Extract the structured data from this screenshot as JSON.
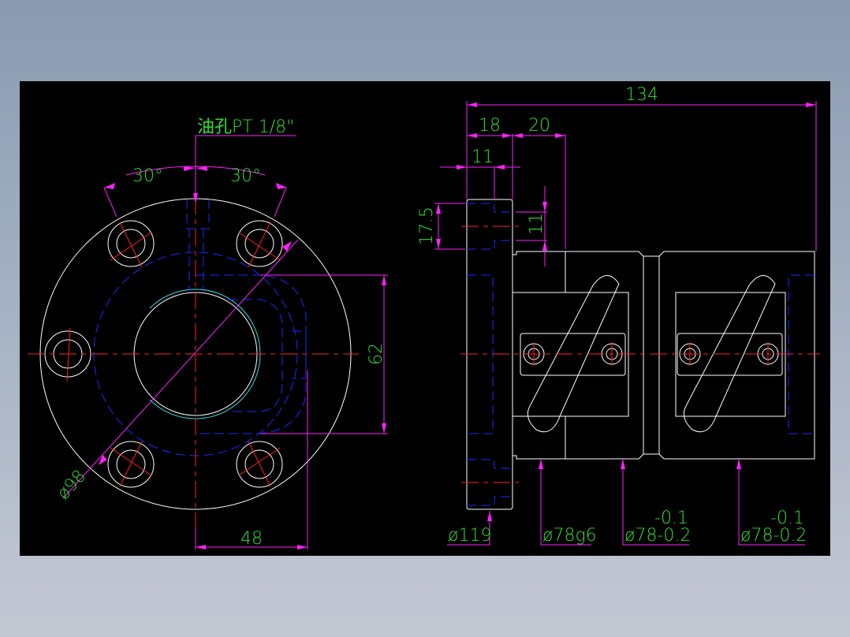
{
  "drawing": {
    "type": "CAD ball screw nut flange drawing",
    "background_color": "#000000",
    "colors": {
      "outline": "#ffffff",
      "centerline": "#ff2020",
      "hidden": "#1a2bff",
      "thread": "#30e0e8",
      "dimension": "#ff20ff",
      "text": "#30e030"
    }
  },
  "front_view": {
    "oil_hole_label": "油孔PT 1/8\"",
    "angle_left": "30°",
    "angle_right": "30°",
    "bolt_circle_dia": "ø98",
    "height_dim": "62",
    "width_dim": "48"
  },
  "side_view": {
    "overall_length": "134",
    "flange_thickness": "18",
    "step_length": "20",
    "hole_depth": "11",
    "counterbore_dia": "17.5",
    "hole_dia": "11",
    "flange_dia": "ø119",
    "pilot_dia": "ø78g6",
    "body_dia_1": "ø78-0.2",
    "body_tol_1": "-0.1",
    "body_dia_2": "ø78-0.2",
    "body_tol_2": "-0.1"
  }
}
